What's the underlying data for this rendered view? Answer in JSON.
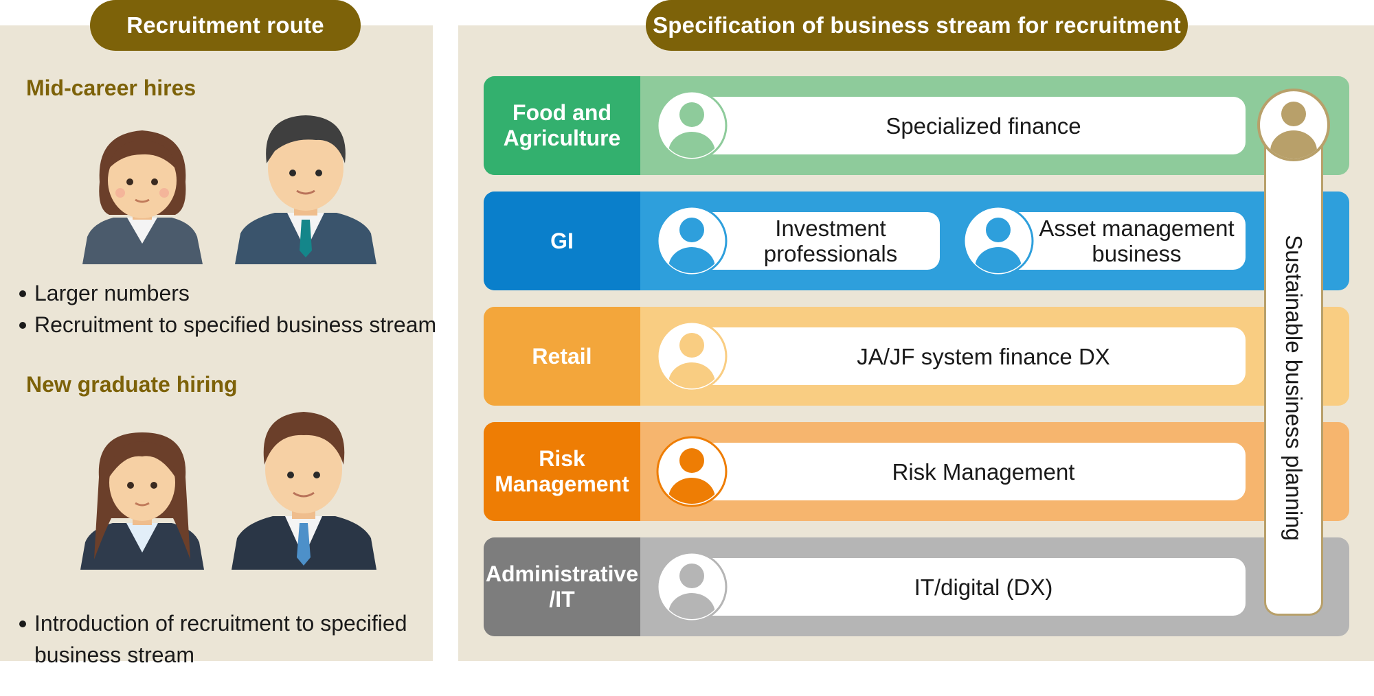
{
  "left": {
    "title": "Recruitment route",
    "mid_career": {
      "heading": "Mid-career hires",
      "bullets": [
        "Larger numbers",
        "Recruitment to specified business stream"
      ]
    },
    "new_grad": {
      "heading": "New graduate hiring",
      "bullets": [
        "Introduction of recruitment to specified\nbusiness stream"
      ]
    }
  },
  "right": {
    "title": "Specification of business stream for recruitment",
    "rows": [
      {
        "label": "Food and\nAgriculture",
        "label_color": "#33b06e",
        "body_color": "#8ecb9b",
        "icon_color": "#8ecb9b",
        "roles": [
          "Specialized finance"
        ]
      },
      {
        "label": "GI",
        "label_color": "#0a7fcb",
        "body_color": "#2e9fdc",
        "icon_color": "#2e9fdc",
        "roles": [
          "Investment\nprofessionals",
          "Asset management\nbusiness"
        ]
      },
      {
        "label": "Retail",
        "label_color": "#f3a63b",
        "body_color": "#f9cd82",
        "icon_color": "#f9cd82",
        "roles": [
          "JA/JF system finance DX"
        ]
      },
      {
        "label": "Risk\nManagement",
        "label_color": "#ee7d04",
        "body_color": "#f6b56e",
        "icon_color": "#ee7d04",
        "roles": [
          "Risk Management"
        ]
      },
      {
        "label": "Administrative\n/IT",
        "label_color": "#7d7d7d",
        "body_color": "#b5b5b5",
        "icon_color": "#b5b5b5",
        "roles": [
          "IT/digital (DX)"
        ]
      }
    ],
    "vertical_label": "Sustainable business planning",
    "vertical_icon_color": "#b8a06a"
  }
}
